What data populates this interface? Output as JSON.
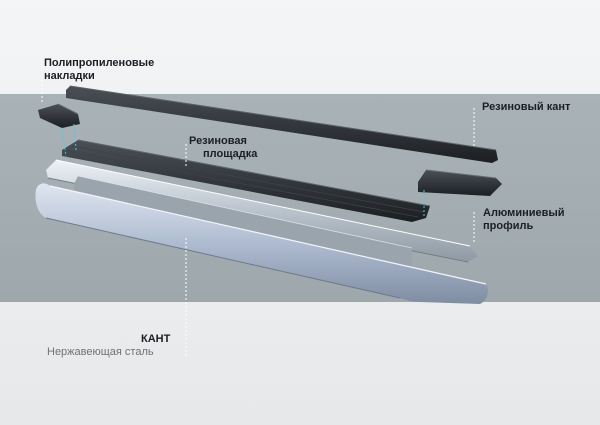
{
  "labels": {
    "poly_line1": "Полипропиленовые",
    "poly_line2": "накладки",
    "rubber_edge": "Резиновый кант",
    "rubber_pad_line1": "Резиновая",
    "rubber_pad_line2": "площадка",
    "alu_line1": "Алюминиевый",
    "alu_line2": "профиль",
    "kant": "КАНТ",
    "kant_sub": "Нержавеющая сталь"
  },
  "colors": {
    "background": "#eceeef",
    "band": "#a6b0b4",
    "rubber": "#2b2f33",
    "aluminum": "#c9d2da",
    "steel": "#b8c4d2",
    "leader_line": "#ffffff",
    "guide_line": "#3fd0e0"
  }
}
